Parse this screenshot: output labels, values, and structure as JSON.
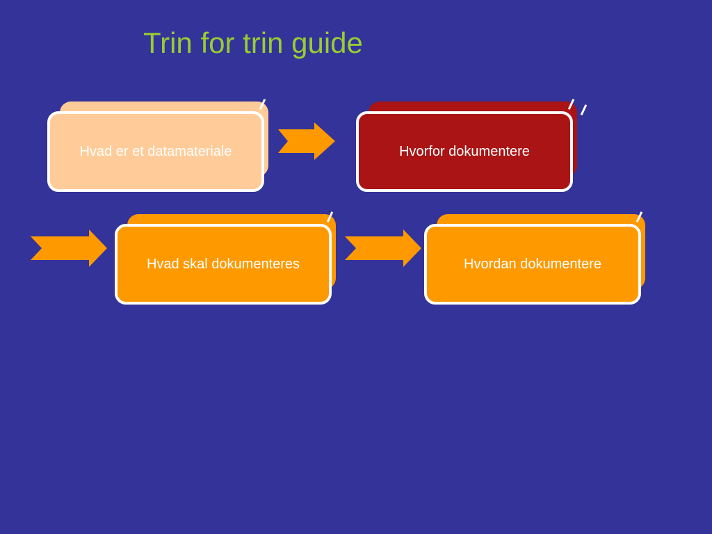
{
  "title": "Trin for trin guide",
  "steps": [
    {
      "label": "Hvad er et datamateriale",
      "color": "#FFCC99"
    },
    {
      "label": "Hvorfor dokumentere",
      "color": "#AA1414"
    },
    {
      "label": "Hvad skal dokumenteres",
      "color": "#FF9900"
    },
    {
      "label": "Hvordan dokumentere",
      "color": "#FF9900"
    }
  ],
  "colors": {
    "background": "#333399",
    "title": "#99CC33",
    "arrow": "#FF9900",
    "border": "#FFFFFF"
  }
}
